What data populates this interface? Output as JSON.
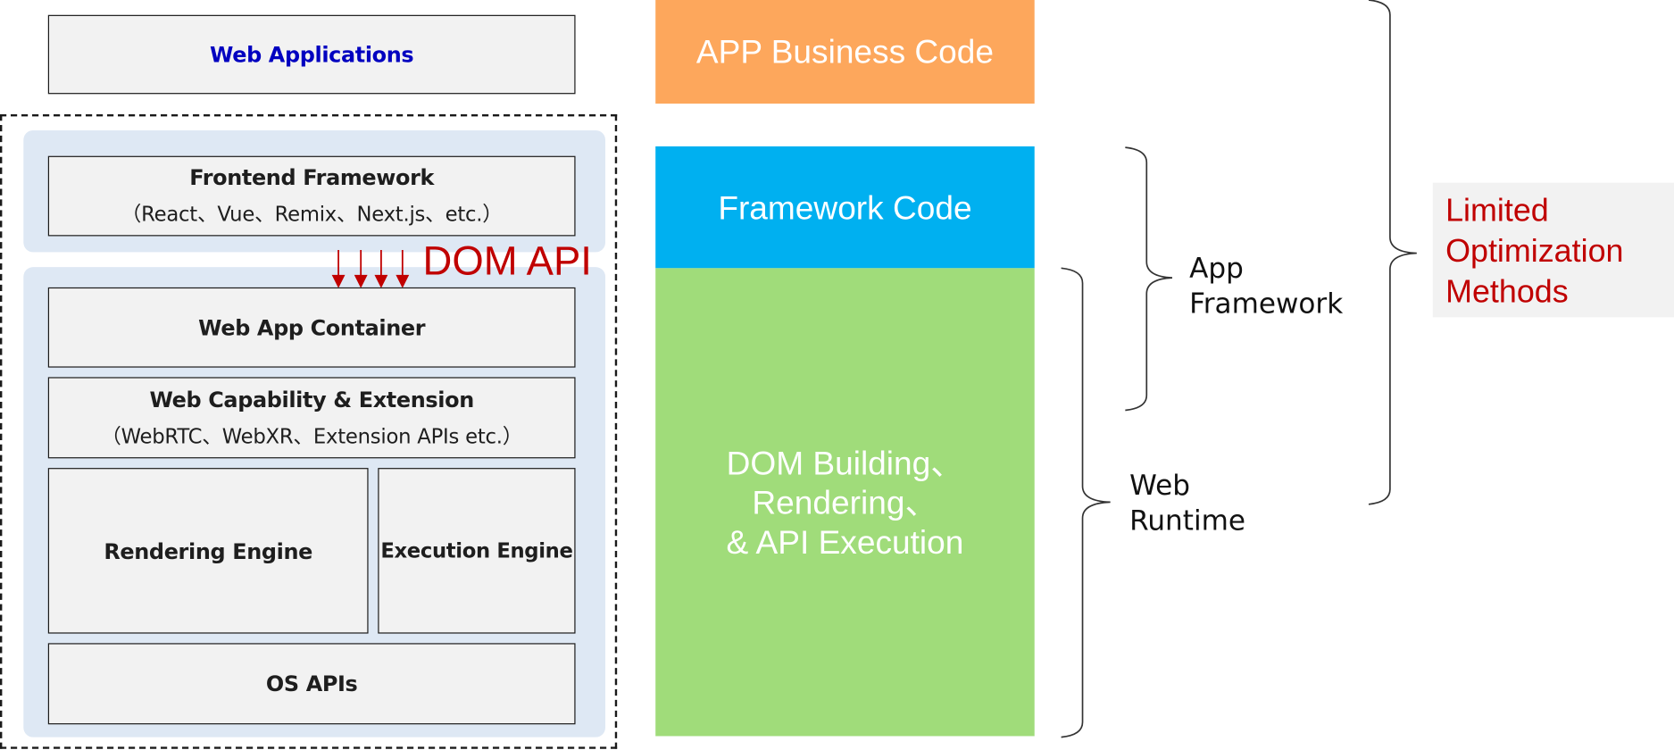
{
  "left_stack": {
    "web_applications": "Web Applications",
    "frontend_framework": {
      "title": "Frontend Framework",
      "subtitle": "（React、Vue、Remix、Next.js、etc.）"
    },
    "dom_api_label": "DOM API",
    "web_app_container": "Web App Container",
    "web_capability": {
      "title": "Web Capability & Extension",
      "subtitle": "（WebRTC、WebXR、Extension APIs etc.）"
    },
    "rendering_engine": "Rendering Engine",
    "execution_engine": "Execution Engine",
    "os_apis": "OS APIs"
  },
  "middle_stack": {
    "app_business_code": "APP Business Code",
    "framework_code": "Framework Code",
    "runtime_lines": [
      "DOM Building、",
      "Rendering、",
      "& API Execution"
    ]
  },
  "brackets": {
    "app_framework": [
      "App",
      "Framework"
    ],
    "web_runtime": [
      "Web",
      "Runtime"
    ]
  },
  "callout": {
    "lines": [
      "Limited",
      "Optimization",
      "Methods"
    ]
  },
  "colors": {
    "business": "#fda75c",
    "framework": "#00b0f0",
    "runtime": "#a0dc7a",
    "accent_red": "#c00000",
    "title_blue": "#0000c0",
    "panel_blue": "#dee8f4"
  }
}
